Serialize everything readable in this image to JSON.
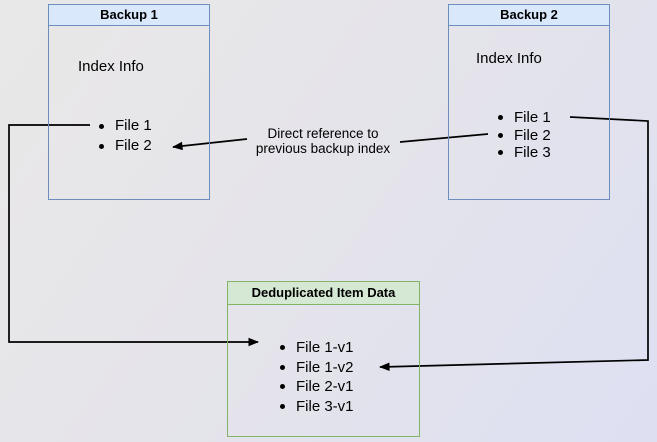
{
  "diagram": {
    "backup1": {
      "title": "Backup 1",
      "subtitle": "Index Info",
      "files": [
        "File 1",
        "File 2"
      ]
    },
    "backup2": {
      "title": "Backup 2",
      "subtitle": "Index Info",
      "files": [
        "File 1",
        "File 2",
        "File 3"
      ]
    },
    "dedup": {
      "title": "Deduplicated Item Data",
      "items": [
        "File 1-v1",
        "File 1-v2",
        "File 2-v1",
        "File 3-v1"
      ]
    },
    "annotation": {
      "line1": "Direct reference to",
      "line2": "previous backup index"
    },
    "arrows": [
      {
        "from": "Backup 1 / File 1",
        "to": "Deduplicated Item Data / File 1-v1"
      },
      {
        "from": "Backup 2 / File 1",
        "to": "Deduplicated Item Data / File 1-v2"
      },
      {
        "from": "Backup 2 / File 2",
        "to": "Backup 1 / File 2",
        "label": "Direct reference to previous backup index"
      }
    ],
    "colors": {
      "blue_fill": "#dae8fc",
      "blue_border": "#6c8ebf",
      "green_fill": "#d5e8d4",
      "green_border": "#82b366",
      "arrow": "#000000",
      "background_top_left": "#e9e8e8",
      "background_bottom_right": "#dee0f2"
    }
  }
}
